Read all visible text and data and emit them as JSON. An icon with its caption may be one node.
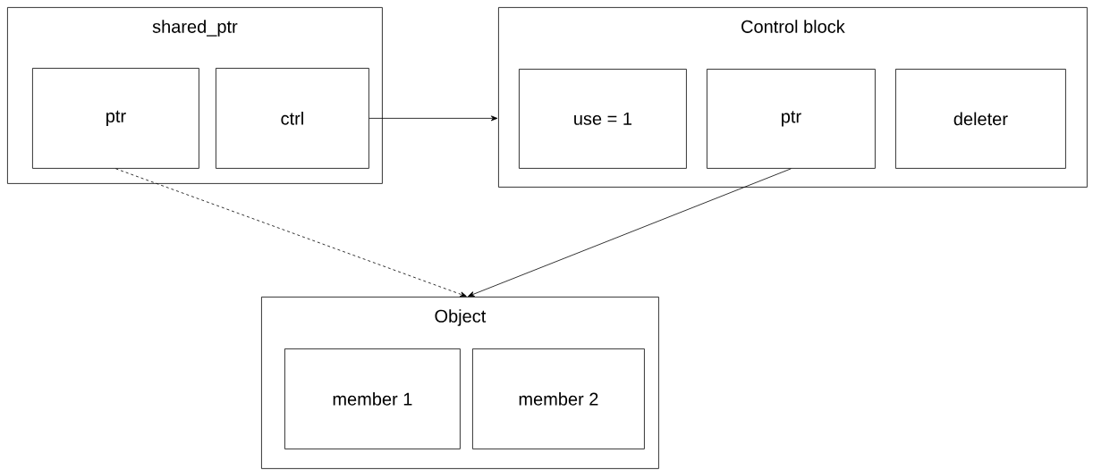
{
  "diagram": {
    "nodes": [
      {
        "text": [
          "shared_ptr"
        ]
      },
      {
        "text": [
          "ptr"
        ],
        "in": 0
      },
      {
        "text": [
          "ctrl"
        ],
        "in": 0
      },
      {
        "text": [
          "Control block"
        ]
      },
      {
        "text": [
          "use = 1"
        ],
        "in": 3
      },
      {
        "text": [
          "ptr"
        ],
        "in": 3
      },
      {
        "text": [
          "deleter"
        ],
        "in": 3
      },
      {
        "text": [
          "Object"
        ]
      },
      {
        "text": [
          "member 1"
        ],
        "in": 7
      },
      {
        "text": [
          "member 2"
        ],
        "in": 7
      }
    ],
    "edges": [
      {
        "from": 2,
        "to": 3,
        "arrow": "to"
      },
      {
        "from": 1,
        "to": 7,
        "arrow": "to",
        "style": "dashed"
      },
      {
        "from": 5,
        "to": 7,
        "arrow": "to"
      }
    ]
  }
}
